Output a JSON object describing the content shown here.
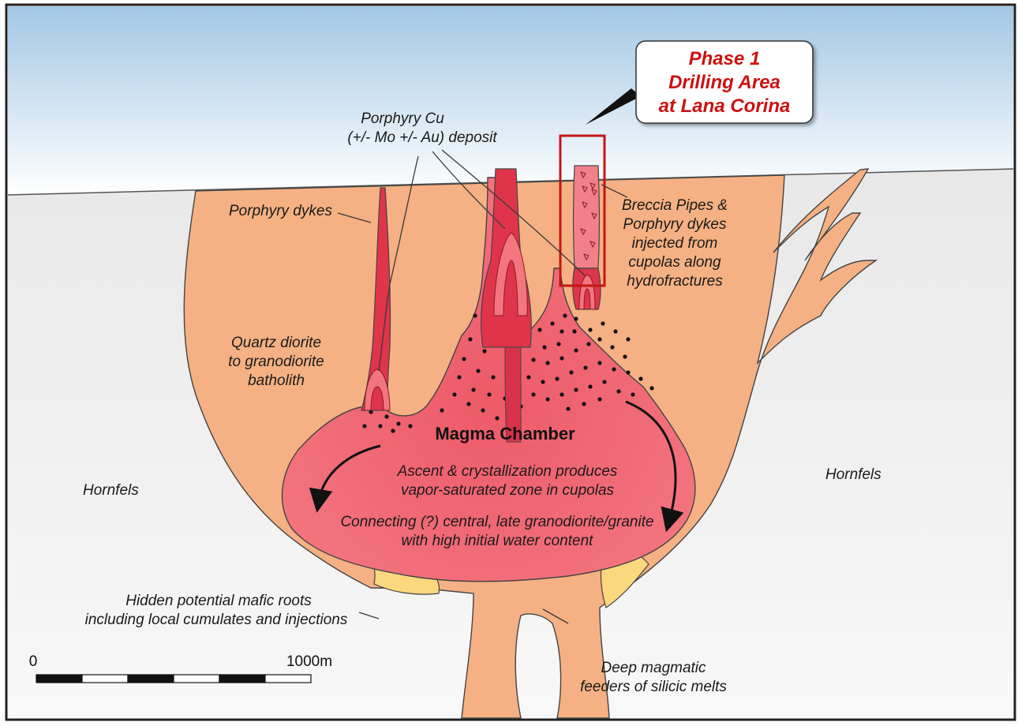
{
  "callout": {
    "lines": [
      "Phase 1",
      "Drilling Area",
      "at Lana Corina"
    ]
  },
  "labels": {
    "porphyry_cu_line1": "Porphyry Cu",
    "porphyry_cu_line2": "(+/- Mo +/- Au) deposit",
    "porphyry_dykes": "Porphyry dykes",
    "breccia": [
      "Breccia Pipes &",
      "Porphyry dykes",
      "injected from",
      "cupolas along",
      "hydrofractures"
    ],
    "quartz_diorite": [
      "Quartz diorite",
      "to granodiorite",
      "batholith"
    ],
    "magma_chamber_title": "Magma Chamber",
    "magma_ascent": [
      "Ascent & crystallization produces",
      "vapor-saturated zone in cupolas"
    ],
    "magma_connecting": [
      "Connecting (?) central, late granodiorite/granite",
      "with high initial water content"
    ],
    "hornfels_left": "Hornfels",
    "hornfels_right": "Hornfels",
    "mafic_roots": [
      "Hidden potential mafic roots",
      "including local cumulates and injections"
    ],
    "deep_feeders": [
      "Deep magmatic",
      "feeders of silicic melts"
    ]
  },
  "scale_bar": {
    "start_label": "0",
    "end_label": "1000m",
    "segments": 6
  },
  "colors": {
    "sky_top": "#a9cbe6",
    "sky_bottom": "#ffffff",
    "ground": "#eeeeee",
    "batholith": "#f5b183",
    "magma": "#f0616d",
    "intrusion": "#e0344b",
    "mafic": "#fbd77e",
    "callout_text": "#cc1111",
    "drill_box": "#c41616"
  }
}
